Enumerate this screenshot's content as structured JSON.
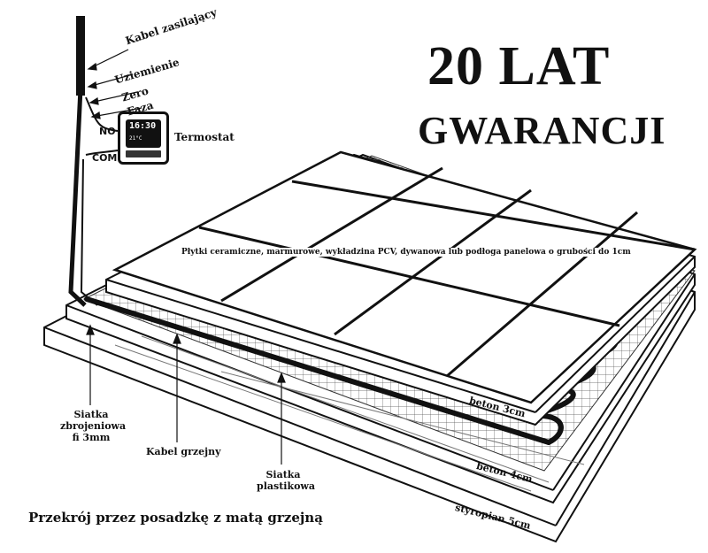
{
  "headline": {
    "line1": "20 LAT",
    "line2": "GWARANCJI"
  },
  "thermostat": {
    "label": "Termostat",
    "display_time": "16:30",
    "display_small": "21°C"
  },
  "wire_labels": {
    "supply_cable": "Kabel zasilający",
    "ground": "Uziemienie",
    "zero": "Zero",
    "phase": "Faza",
    "no": "NO",
    "com": "COM"
  },
  "floor_finish": "Płytki ceramiczne, marmurowe, wykładzina PCV, dywanowa lub podłoga panelowa o grubości do 1cm",
  "layers": {
    "concrete_3": "beton 3cm",
    "concrete_4": "beton 4cm",
    "styrofoam": "styropian 5cm"
  },
  "callouts": {
    "mesh_line1": "Siatka",
    "mesh_line2": "zbrojeniowa",
    "mesh_line3": "fi 3mm",
    "heating_cable": "Kabel grzejny",
    "plastic_mesh_line1": "Siatka",
    "plastic_mesh_line2": "plastikowa"
  },
  "caption": "Przekrój przez posadzkę z matą grzejną",
  "colors": {
    "ink": "#111111",
    "paper": "#ffffff",
    "mesh": "#555555"
  }
}
